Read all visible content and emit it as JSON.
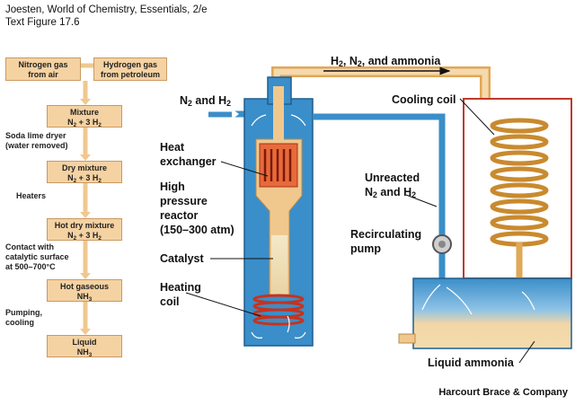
{
  "header": {
    "line1": "Joesten, World of Chemistry, Essentials, 2/e",
    "line2": "Text Figure 17.6"
  },
  "flow": {
    "nitrogen": [
      "Nitrogen gas",
      "from air"
    ],
    "hydrogen": [
      "Hydrogen gas",
      "from petroleum"
    ],
    "mixture": [
      "Mixture",
      "N2 + 3 H2"
    ],
    "dry_mixture": [
      "Dry mixture",
      "N2 + 3 H2"
    ],
    "hot_dry_mixture": [
      "Hot dry mixture",
      "N2 + 3 H2"
    ],
    "hot_gaseous": [
      "Hot gaseous",
      "NH3"
    ],
    "liquid": [
      "Liquid",
      "NH3"
    ],
    "step_soda_lime": [
      "Soda lime dryer",
      "(water removed)"
    ],
    "step_heaters": [
      "Heaters"
    ],
    "step_contact": [
      "Contact with",
      "catalytic surface",
      "at 500–700°C"
    ],
    "step_pumping": [
      "Pumping,",
      "cooling"
    ]
  },
  "plant": {
    "h2_n2_ammonia": "H2, N2, and ammonia",
    "n2_h2_in": "N2 and H2",
    "cooling_coil": "Cooling coil",
    "heat_exchanger": [
      "Heat",
      "exchanger"
    ],
    "high_pressure": [
      "High",
      "pressure",
      "reactor",
      "(150–300 atm)"
    ],
    "catalyst": "Catalyst",
    "heating_coil": [
      "Heating",
      "coil"
    ],
    "unreacted": [
      "Unreacted",
      "N2 and H2"
    ],
    "recirculating": [
      "Recirculating",
      "pump"
    ],
    "liquid_ammonia": "Liquid ammonia"
  },
  "credit": "Harcourt Brace & Company",
  "colors": {
    "box_fill": "#f5d2a2",
    "vessel_blue": "#3a8ec9",
    "pipe_tan": "#f0c88e",
    "coil_copper": "#c98a2e",
    "heater_red": "#d8321b",
    "liquid_tan": "#f2d6a6"
  }
}
